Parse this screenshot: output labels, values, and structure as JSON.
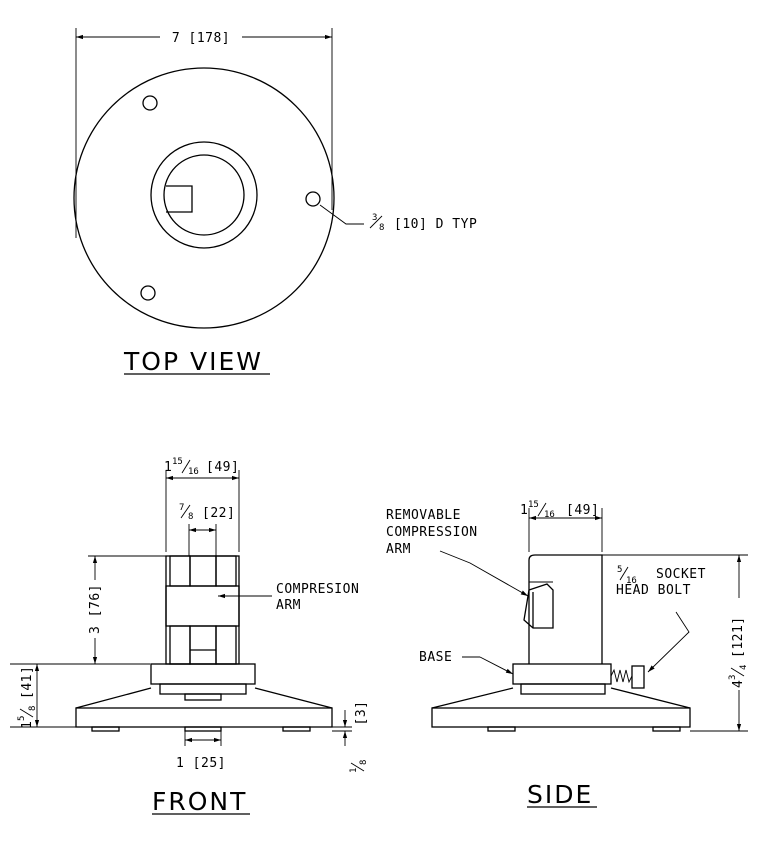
{
  "views": {
    "top": {
      "title": "TOP VIEW",
      "dim_diameter": "7 [178]",
      "hole_frac_num": "3",
      "hole_frac_den": "8",
      "hole_note": "[10] D TYP"
    },
    "front": {
      "title": "FRONT",
      "dim_width_whole": "1",
      "dim_width_num": "15",
      "dim_width_den": "16",
      "dim_width_mm": "[49]",
      "dim_slot_num": "7",
      "dim_slot_den": "8",
      "dim_slot_mm": "[22]",
      "dim_height": "3 [76]",
      "dim_base_whole": "1",
      "dim_base_num": "5",
      "dim_base_den": "8",
      "dim_base_mm": "[41]",
      "dim_foot": "1 [25]",
      "dim_foot_h_num": "1",
      "dim_foot_h_den": "8",
      "dim_foot_h_mm": "[3]",
      "label_arm_line1": "COMPRESION",
      "label_arm_line2": "ARM"
    },
    "side": {
      "title": "SIDE",
      "dim_width_whole": "1",
      "dim_width_num": "15",
      "dim_width_den": "16",
      "dim_width_mm": "[49]",
      "label_removable_1": "REMOVABLE",
      "label_removable_2": "COMPRESSION",
      "label_removable_3": "ARM",
      "label_bolt_num": "5",
      "label_bolt_den": "16",
      "label_bolt_1": "SOCKET",
      "label_bolt_2": "HEAD BOLT",
      "label_base": "BASE",
      "dim_total_whole": "4",
      "dim_total_num": "3",
      "dim_total_den": "4",
      "dim_total_mm": "[121]"
    }
  }
}
